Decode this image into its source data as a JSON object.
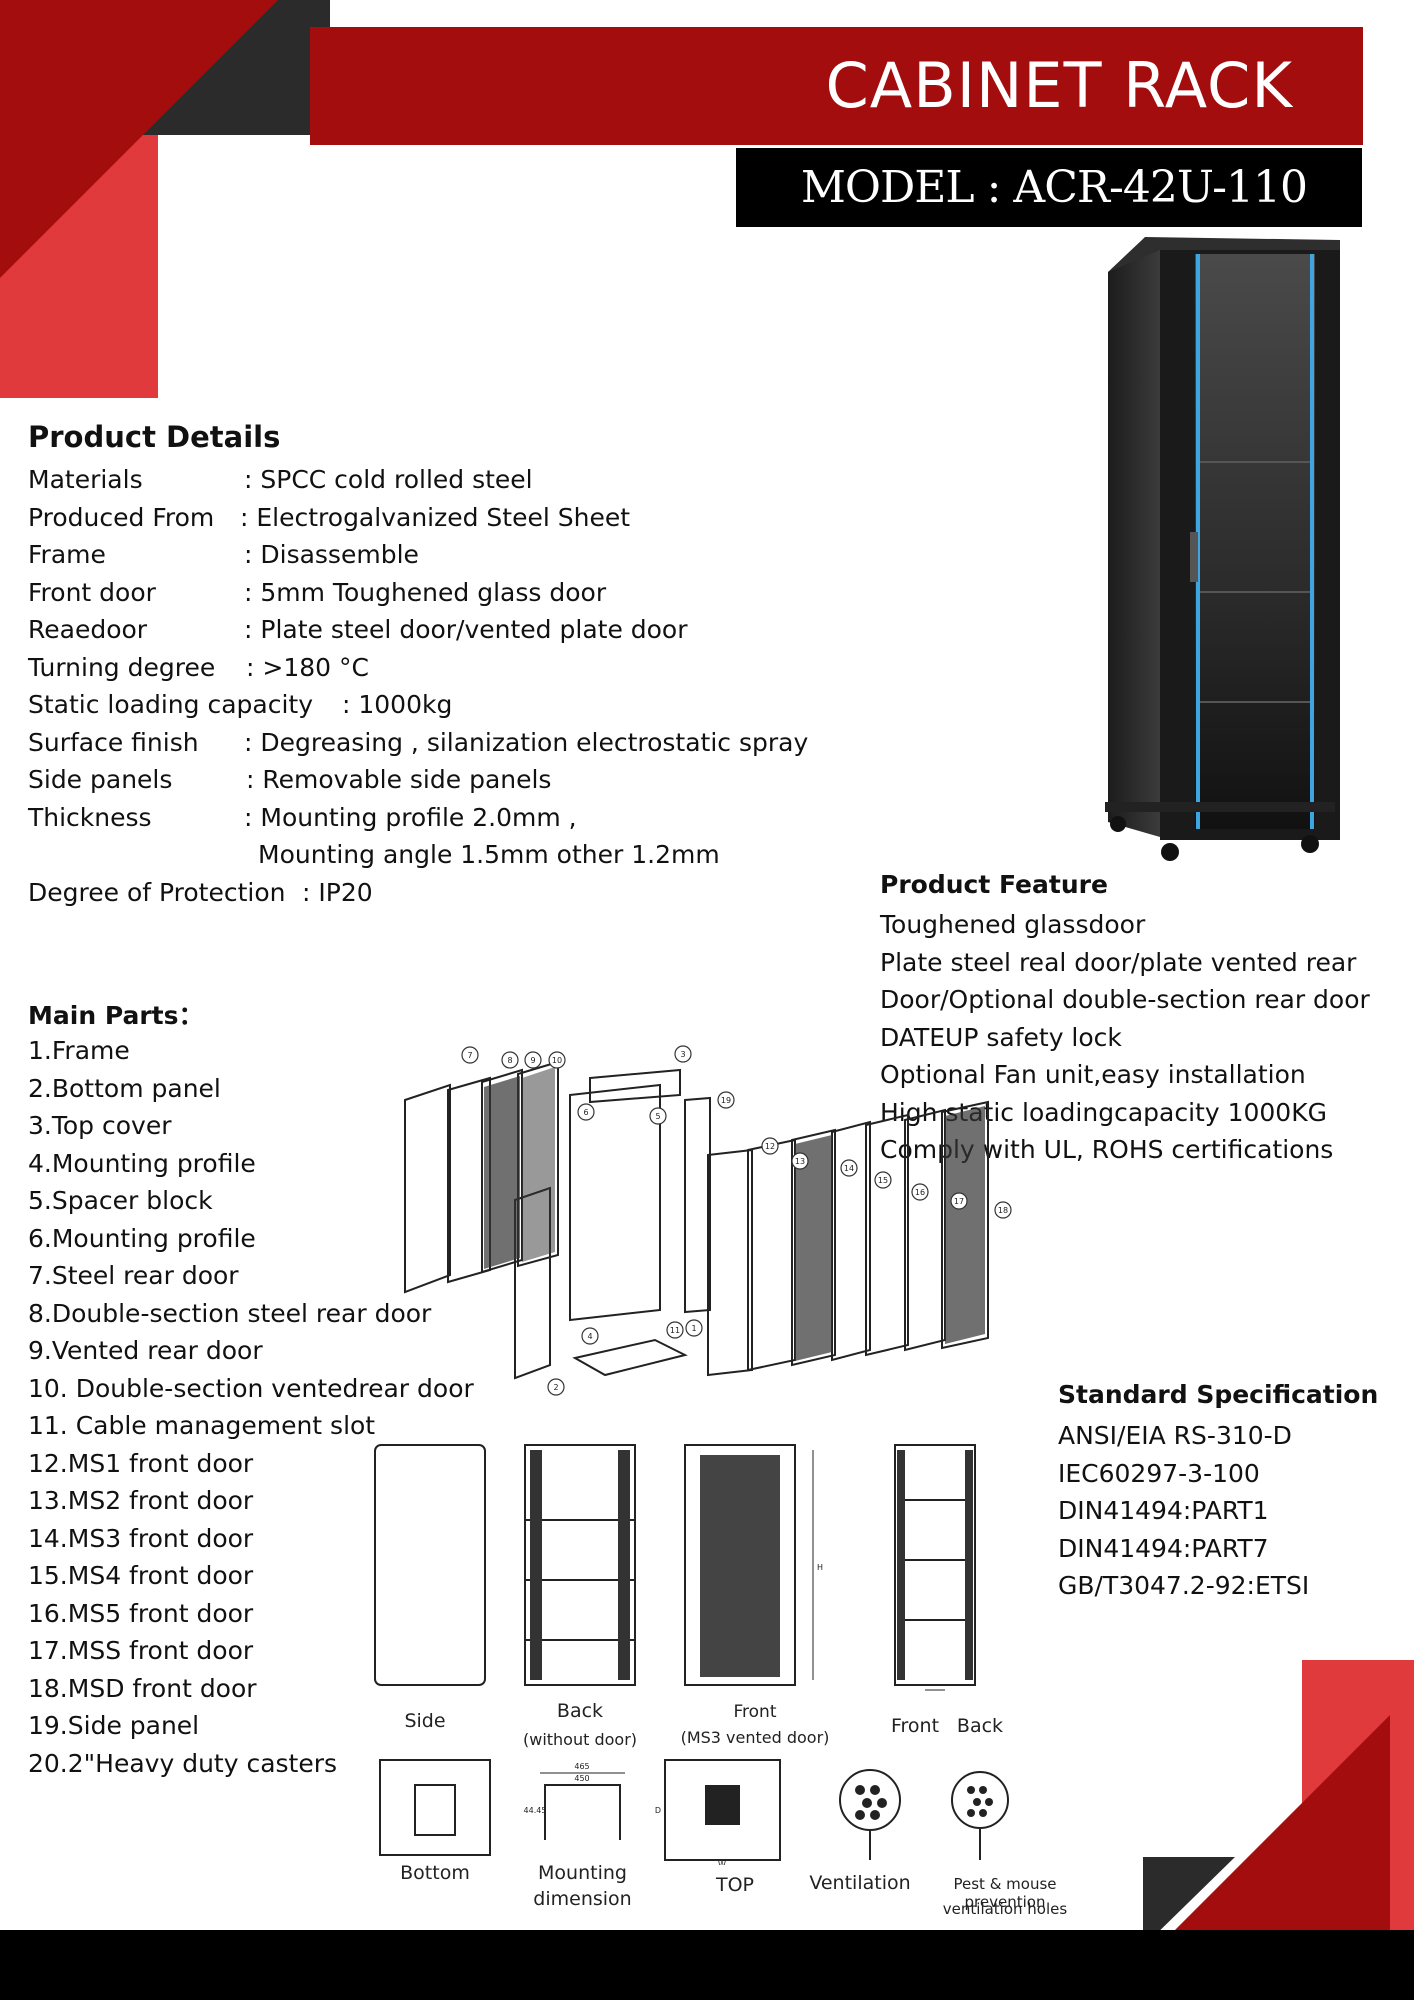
{
  "header": {
    "title": "CABINET RACK",
    "model": "MODEL : ACR-42U-110"
  },
  "colors": {
    "accent_dark_red": "#a30d0e",
    "accent_red": "#e03a3c",
    "dark_gray": "#2b2b2b",
    "black": "#000000",
    "door_stripe_blue": "#3da6e0"
  },
  "details": {
    "heading": "Product Details",
    "rows": [
      {
        "label": "Materials",
        "value": ": SPCC cold rolled steel"
      },
      {
        "label": "Produced From",
        "value": ": Electrogalvanized Steel Sheet"
      },
      {
        "label": "Frame",
        "value": ": Disassemble"
      },
      {
        "label": "Front door",
        "value": ": 5mm Toughened glass door"
      },
      {
        "label": "Reaedoor",
        "value": ": Plate steel door/vented plate door"
      },
      {
        "label": "Turning degree",
        "value": ": >180 °C"
      },
      {
        "label": "Static loading capacity",
        "value": ": 1000kg"
      },
      {
        "label": "Surface finish",
        "value": ": Degreasing , silanization electrostatic spray"
      },
      {
        "label": "Side panels",
        "value": ": Removable side panels"
      },
      {
        "label": "Thickness",
        "value": ": Mounting profile 2.0mm ,"
      },
      {
        "label": "",
        "value": "Mounting angle 1.5mm other 1.2mm"
      },
      {
        "label": "Degree of Protection",
        "value": ": IP20"
      }
    ]
  },
  "feature": {
    "heading": "Product Feature",
    "items": [
      "Toughened glassdoor",
      "Plate steel real door/plate vented rear",
      "Door/Optional double-section rear door",
      "DATEUP safety lock",
      "Optional Fan unit,easy installation",
      "High static loadingcapacity 1000KG",
      "Comply with UL, ROHS certifications"
    ]
  },
  "parts": {
    "heading": "Main Parts：",
    "items": [
      "1.Frame",
      "2.Bottom panel",
      "3.Top cover",
      "4.Mounting profile",
      "5.Spacer block",
      "6.Mounting profile",
      "7.Steel rear door",
      "8.Double-section steel rear door",
      "9.Vented rear door",
      "10. Double-section ventedrear door",
      "11. Cable management slot",
      "12.MS1 front door",
      "13.MS2 front door",
      "14.MS3 front door",
      "15.MS4 front door",
      "16.MS5 front door",
      "17.MSS front door",
      "18.MSD front door",
      "19.Side panel",
      "20.2\"Heavy duty casters"
    ]
  },
  "spec": {
    "heading": "Standard Specification",
    "items": [
      "ANSI/EIA RS-310-D",
      "IEC60297-3-100",
      "DIN41494:PART1",
      "DIN41494:PART7",
      "GB/T3047.2-92:ETSI"
    ]
  },
  "diagram": {
    "callouts": [
      "1",
      "2",
      "3",
      "4",
      "5",
      "6",
      "7",
      "8",
      "9",
      "10",
      "11",
      "12",
      "13",
      "14",
      "15",
      "16",
      "17",
      "18",
      "19"
    ],
    "views": {
      "side": "Side",
      "back": "Back",
      "back_sub": "(without door)",
      "front": "Front",
      "front_sub": "(MS3 vented door)",
      "front_back_1": "Front",
      "front_back_2": "Back",
      "bottom": "Bottom",
      "mounting": "Mounting",
      "mounting_2": "dimension",
      "top": "TOP",
      "ventilation": "Ventilation",
      "pest": "Pest & mouse prevention",
      "pest_2": "ventilation holes",
      "dim_465": "465",
      "dim_450": "450",
      "dim_4445": "44.45",
      "dim_h": "H",
      "dim_d": "D",
      "dim_w": "W"
    }
  }
}
